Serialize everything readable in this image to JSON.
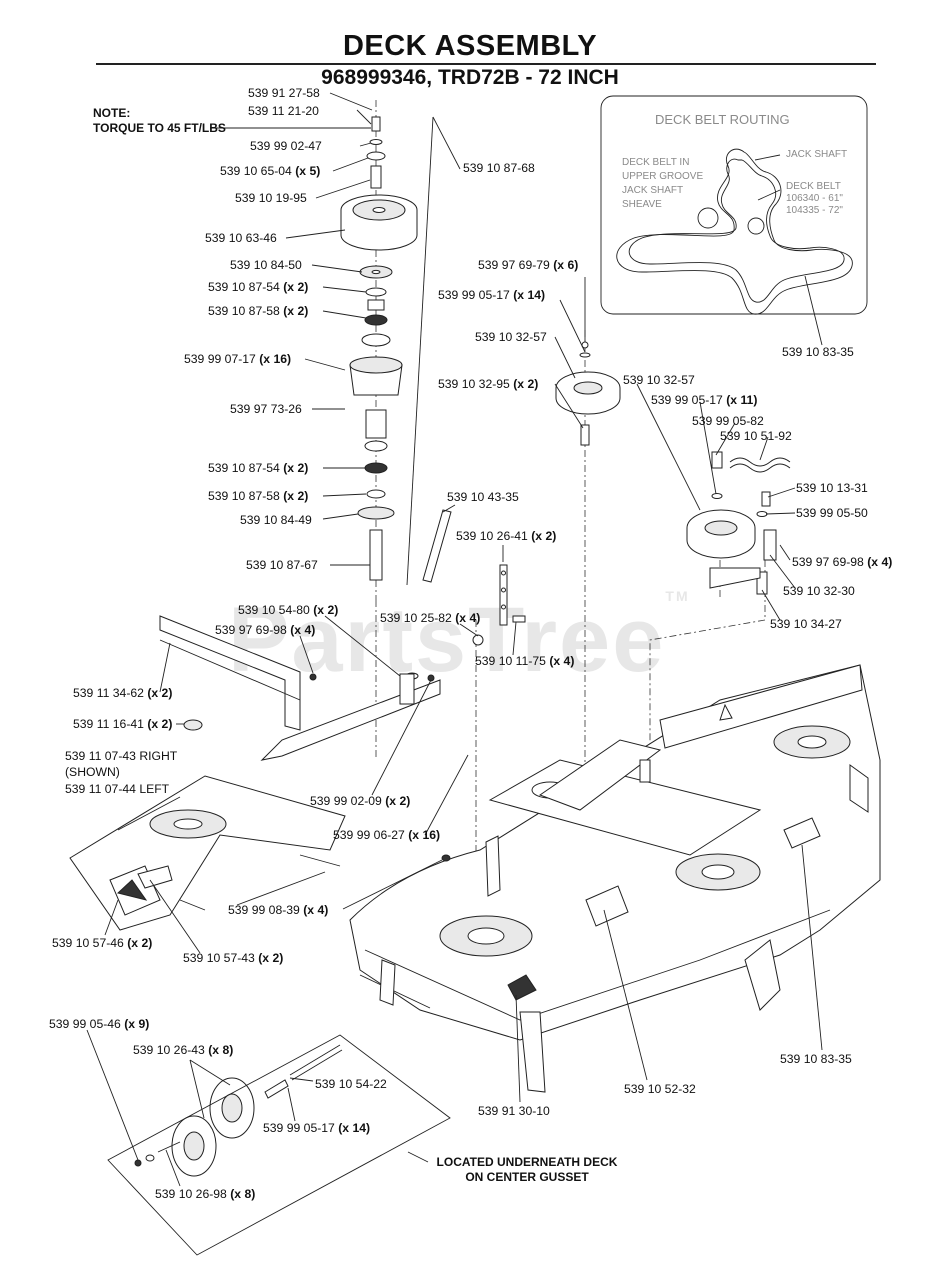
{
  "header": {
    "title": "DECK ASSEMBLY",
    "subtitle": "968999346, TRD72B - 72 INCH"
  },
  "note": {
    "line1": "NOTE:",
    "line2": "TORQUE TO 45 FT/LBS"
  },
  "belt_routing": {
    "title": "DECK BELT ROUTING",
    "upper_line1": "DECK BELT IN",
    "upper_line2": "UPPER GROOVE",
    "upper_line3": "JACK SHAFT",
    "upper_line4": "SHEAVE",
    "jack_shaft": "JACK SHAFT",
    "deck_belt": "DECK BELT",
    "belt_61": "106340 - 61\"",
    "belt_72": "104335 - 72\""
  },
  "watermark": "PartsTree",
  "watermark_tm": "TM",
  "callouts": [
    {
      "part": "539 91 27-58",
      "qty": ""
    },
    {
      "part": "539 11 21-20",
      "qty": ""
    },
    {
      "part": "539 99 02-47",
      "qty": ""
    },
    {
      "part": "539 10 65-04",
      "qty": "(x 5)"
    },
    {
      "part": "539 10 19-95",
      "qty": ""
    },
    {
      "part": "539 10 63-46",
      "qty": ""
    },
    {
      "part": "539 10 84-50",
      "qty": ""
    },
    {
      "part": "539 10 87-54",
      "qty": "(x 2)"
    },
    {
      "part": "539 10 87-58",
      "qty": "(x 2)"
    },
    {
      "part": "539 99 07-17",
      "qty": "(x 16)"
    },
    {
      "part": "539 97 73-26",
      "qty": ""
    },
    {
      "part": "539 10 87-54",
      "qty": "(x 2)"
    },
    {
      "part": "539 10 87-58",
      "qty": "(x 2)"
    },
    {
      "part": "539 10 84-49",
      "qty": ""
    },
    {
      "part": "539 10 87-67",
      "qty": ""
    },
    {
      "part": "539 10 87-68",
      "qty": ""
    },
    {
      "part": "539 97 69-79",
      "qty": "(x 6)"
    },
    {
      "part": "539 99 05-17",
      "qty": "(x 14)"
    },
    {
      "part": "539 10 32-57",
      "qty": ""
    },
    {
      "part": "539 10 32-95",
      "qty": "(x 2)"
    },
    {
      "part": "539 10 32-57",
      "qty": ""
    },
    {
      "part": "539 99 05-17",
      "qty": "(x 11)"
    },
    {
      "part": "539 99 05-82",
      "qty": ""
    },
    {
      "part": "539 10 51-92",
      "qty": ""
    },
    {
      "part": "539 10 13-31",
      "qty": ""
    },
    {
      "part": "539 99 05-50",
      "qty": ""
    },
    {
      "part": "539 97 69-98",
      "qty": "(x 4)"
    },
    {
      "part": "539 10 32-30",
      "qty": ""
    },
    {
      "part": "539 10 34-27",
      "qty": ""
    },
    {
      "part": "539 10 83-35",
      "qty": ""
    },
    {
      "part": "539 10 43-35",
      "qty": ""
    },
    {
      "part": "539 10 26-41",
      "qty": "(x 2)"
    },
    {
      "part": "539 10 54-80",
      "qty": "(x 2)"
    },
    {
      "part": "539 97 69-98",
      "qty": "(x 4)"
    },
    {
      "part": "539 10 25-82",
      "qty": "(x 4)"
    },
    {
      "part": "539 10 11-75",
      "qty": "(x 4)"
    },
    {
      "part": "539 11 34-62",
      "qty": "(x 2)"
    },
    {
      "part": "539 11 16-41",
      "qty": "(x 2)"
    },
    {
      "part": "539 11 07-43 RIGHT",
      "qty": ""
    },
    {
      "part": "(SHOWN)",
      "qty": ""
    },
    {
      "part": "539 11 07-44 LEFT",
      "qty": ""
    },
    {
      "part": "539 99 02-09",
      "qty": "(x 2)"
    },
    {
      "part": "539 99 06-27",
      "qty": "(x 16)"
    },
    {
      "part": "539 99 08-39",
      "qty": "(x 4)"
    },
    {
      "part": "539 10 57-46",
      "qty": "(x 2)"
    },
    {
      "part": "539 10 57-43",
      "qty": "(x 2)"
    },
    {
      "part": "539 99 05-46",
      "qty": "(x 9)"
    },
    {
      "part": "539 10 26-43",
      "qty": "(x 8)"
    },
    {
      "part": "539 10 54-22",
      "qty": ""
    },
    {
      "part": "539 99 05-17",
      "qty": "(x 14)"
    },
    {
      "part": "539 10 26-98",
      "qty": "(x 8)"
    },
    {
      "part": "539 91 30-10",
      "qty": ""
    },
    {
      "part": "539 10 52-32",
      "qty": ""
    },
    {
      "part": "539 10 83-35",
      "qty": ""
    }
  ],
  "underneath_note": {
    "line1": "LOCATED UNDERNEATH DECK",
    "line2": "ON CENTER GUSSET"
  }
}
